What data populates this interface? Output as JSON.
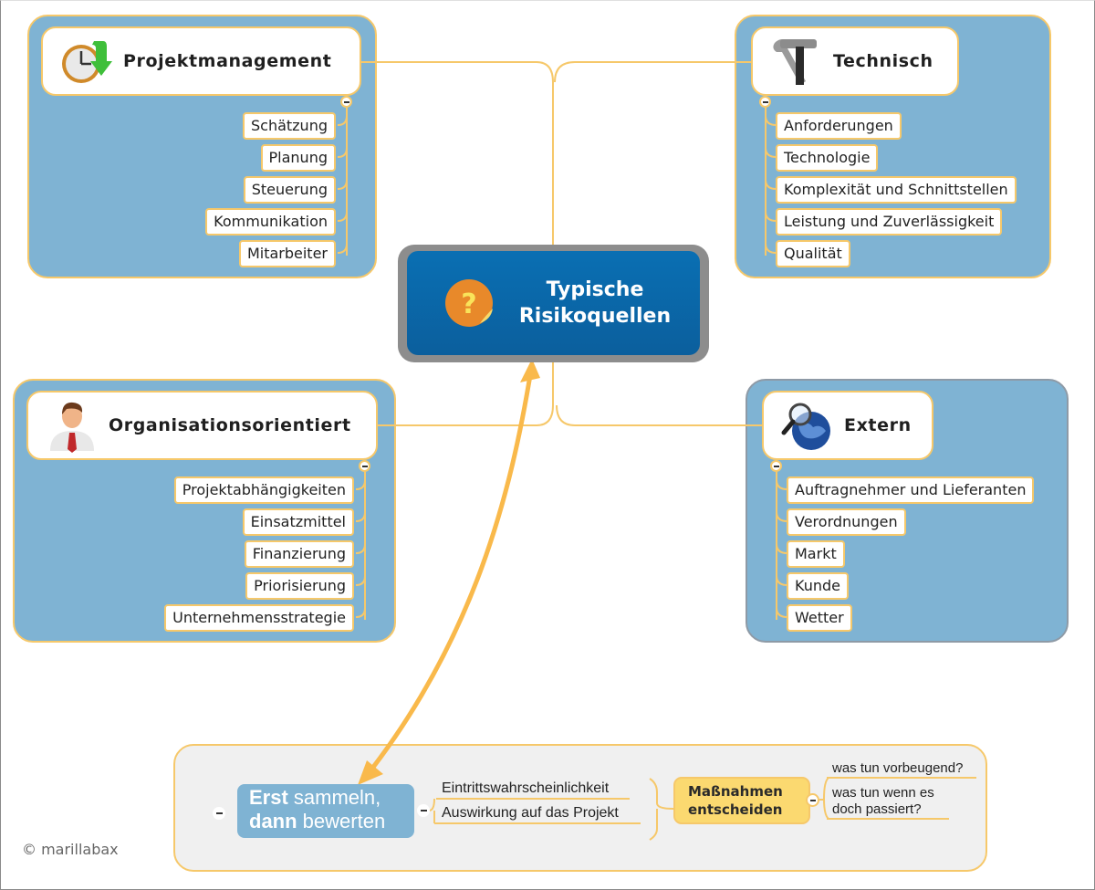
{
  "central": {
    "title_line1": "Typische",
    "title_line2": "Risikoquellen",
    "icon": "question-sticker-icon"
  },
  "branches": {
    "projektmanagement": {
      "title": "Projektmanagement",
      "icon": "clock-arrow-icon",
      "items": [
        "Schätzung",
        "Planung",
        "Steuerung",
        "Kommunikation",
        "Mitarbeiter"
      ]
    },
    "technisch": {
      "title": "Technisch",
      "icon": "tools-icon",
      "items": [
        "Anforderungen",
        "Technologie",
        "Komplexität und Schnittstellen",
        "Leistung und Zuverlässigkeit",
        "Qualität"
      ]
    },
    "organisation": {
      "title": "Organisationsorientiert",
      "icon": "business-person-icon",
      "items": [
        "Projektabhängigkeiten",
        "Einsatzmittel",
        "Finanzierung",
        "Priorisierung",
        "Unternehmensstrategie"
      ]
    },
    "extern": {
      "title": "Extern",
      "icon": "globe-magnifier-icon",
      "items": [
        "Auftragnehmer und Lieferanten",
        "Verordnungen",
        "Markt",
        "Kunde",
        "Wetter"
      ]
    }
  },
  "process": {
    "step1": {
      "bold1": "Erst",
      "rest1": " sammeln,",
      "bold2": "dann",
      "rest2": " bewerten"
    },
    "criteria": [
      "Eintrittswahrscheinlichkeit",
      "Auswirkung auf das Projekt"
    ],
    "step2": {
      "line1": "Maßnahmen",
      "line2": "entscheiden"
    },
    "actions": [
      "was tun vorbeugend?",
      "was tun wenn es",
      "doch passiert?"
    ]
  },
  "colors": {
    "group_fill": "#7fb3d3",
    "connector": "#f6c86a",
    "arrow": "#f9b94b",
    "central_fill": "#0a6fb3",
    "central_border": "#8d8d8d",
    "decision_fill": "#fbd970"
  },
  "copyright": "© marillabax"
}
